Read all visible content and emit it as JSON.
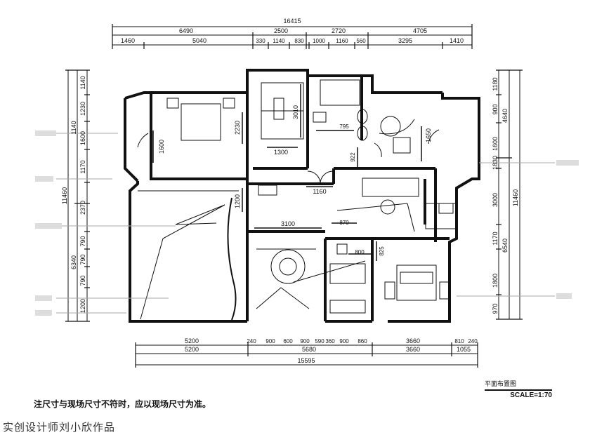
{
  "drawing": {
    "title": "平面布置图",
    "scale": "SCALE=1:70",
    "note": "注尺寸与现场尺寸不符时，应以现场尺寸为准。",
    "credit": "实创设计师刘小欣作品"
  },
  "dimensions": {
    "top_total": "16415",
    "top_row1": [
      "6490",
      "2500",
      "2720",
      "4705"
    ],
    "top_row2": [
      "1460",
      "5040",
      "330",
      "1140",
      "830",
      "1000",
      "1160",
      "560",
      "3295",
      "1410"
    ],
    "bottom_row1": [
      "5200",
      "240",
      "900",
      "600",
      "900",
      "590",
      "360",
      "900",
      "860",
      "3660",
      "810",
      "240"
    ],
    "bottom_row2": [
      "5200",
      "5680",
      "3660",
      "1055"
    ],
    "bottom_total": "15595",
    "left_outer": [
      "1140",
      "1230",
      "1140",
      "1600",
      "1170",
      "2370",
      "790",
      "790",
      "790",
      "1200"
    ],
    "left_inner": [
      "11460",
      "6340"
    ],
    "right_inner": [
      "1180",
      "900",
      "1600",
      "1830",
      "3000",
      "1170",
      "1800",
      "970"
    ],
    "right_mid": [
      "4640",
      "6540"
    ],
    "right_total": "11460",
    "interior": [
      "1600",
      "2230",
      "3010",
      "1300",
      "795",
      "922",
      "1650",
      "1160",
      "1200",
      "3100",
      "870",
      "800",
      "825"
    ]
  }
}
